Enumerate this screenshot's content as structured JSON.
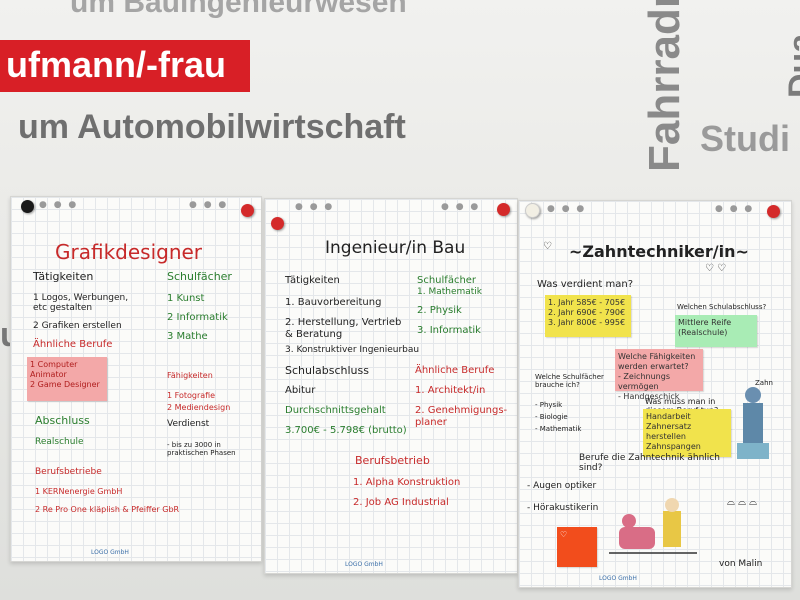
{
  "wall": {
    "line1": "um Bauingenieurwesen",
    "line2": "ufmann/-frau",
    "line3": "um Automobilwirtschaft",
    "line4": "Fahrradm",
    "line5": "Studi",
    "line6": "Dua",
    "line7": "u"
  },
  "sheet1": {
    "title": "Grafikdesigner",
    "taetigkeiten_heading": "Tätigkeiten",
    "taetigkeiten": [
      "1 Logos, Werbungen, etc gestalten",
      "2 Grafiken erstellen"
    ],
    "schulfaecher_heading": "Schulfächer",
    "schulfaecher": [
      "1 Kunst",
      "2 Informatik",
      "3 Mathe"
    ],
    "aehnliche_heading": "Ähnliche Berufe",
    "aehnliche_sticky": [
      "1 Computer Animator",
      "2 Game Designer"
    ],
    "faehigkeiten_heading": "Fähigkeiten",
    "faehigkeiten": [
      "1 Fotografie",
      "2 Mediendesign"
    ],
    "abschluss_heading": "Abschluss",
    "abschluss": "Realschule",
    "verdienst_heading": "Verdienst",
    "verdienst": "- bis zu 3000 in praktischen Phasen",
    "betriebe_heading": "Berufsbetriebe",
    "betriebe": [
      "1 KERNenergie GmbH",
      "2 Re Pro One kläplish & Pfeiffer GbR"
    ]
  },
  "sheet2": {
    "title": "Ingenieur/in Bau",
    "taetigkeiten_heading": "Tätigkeiten",
    "taetigkeiten": [
      "1. Bauvorbereitung",
      "2. Herstellung, Vertrieb & Beratung",
      "3. Konstruktiver Ingenieurbau"
    ],
    "schulfaecher_heading": "Schulfächer",
    "schulfaecher": [
      "1. Mathematik",
      "2. Physik",
      "3. Informatik"
    ],
    "schulabschluss_heading": "Schulabschluss",
    "schulabschluss": "Abitur",
    "aehnliche_heading": "Ähnliche Berufe",
    "aehnliche": [
      "1. Architekt/in",
      "2. Genehmigungs-planer"
    ],
    "gehalt_heading": "Durchschnittsgehalt",
    "gehalt": "3.700€ - 5.798€ (brutto)",
    "betrieb_heading": "Berufsbetrieb",
    "betriebe": [
      "1. Alpha Konstruktion",
      "2. Job AG Industrial"
    ]
  },
  "sheet3": {
    "title": "~Zahntechniker/in~",
    "verdient_q": "Was verdient man?",
    "gehalt": [
      "1. Jahr 585€ - 705€",
      "2. Jahr 690€ - 790€",
      "3. Jahr 800€ - 995€"
    ],
    "schulabschluss_q": "Welchen Schulabschluss?",
    "schulabschluss": "Mittlere Reife (Realschule)",
    "faehigkeiten_q": "Welche Fähigkeiten werden erwartet?",
    "faehigkeiten": [
      "- Zeichnungs vermögen",
      "- Handgeschick"
    ],
    "schulfaecher_q": "Welche Schulfächer brauche ich?",
    "schulfaecher": [
      "- Physik",
      "- Biologie",
      "- Mathematik"
    ],
    "aufgaben_q": "Was muss man in diesem Beruf tun?",
    "aufgaben": [
      "Handarbeit",
      "Zahnersatz herstellen",
      "Zahnspangen"
    ],
    "aehnliche_q": "Berufe die Zahntechnik ähnlich sind?",
    "aehnliche": [
      "- Augen optiker",
      "- Hörakustikerin"
    ],
    "signature": "von Malin",
    "zahn_label": "Zahn"
  },
  "footer": "LOGO GmbH"
}
